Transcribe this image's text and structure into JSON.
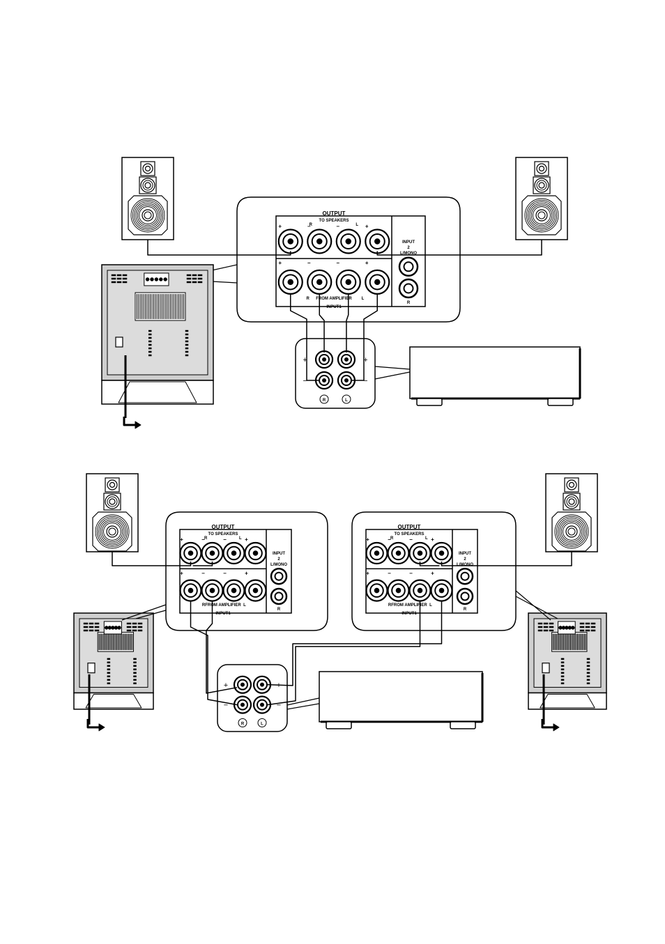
{
  "terminal_panel": {
    "output_title": "OUTPUT",
    "output_subtitle": "TO SPEAKERS",
    "input2_label": "INPUT",
    "input2_number": "2",
    "input2_sub": "L/MONO",
    "from_amplifier": "FROM AMPLIFIER",
    "input1_label": "INPUT1",
    "ch_right": "R",
    "ch_left": "L",
    "plus": "+",
    "minus": "−"
  },
  "amp_terminals": {
    "plus": "+",
    "minus": "−",
    "ch_right": "R",
    "ch_left": "L"
  },
  "colors": {
    "line": "#000000",
    "subwoofer_body": "#cfcfcf",
    "subwoofer_panel": "#dcdcdc",
    "background": "#ffffff"
  }
}
